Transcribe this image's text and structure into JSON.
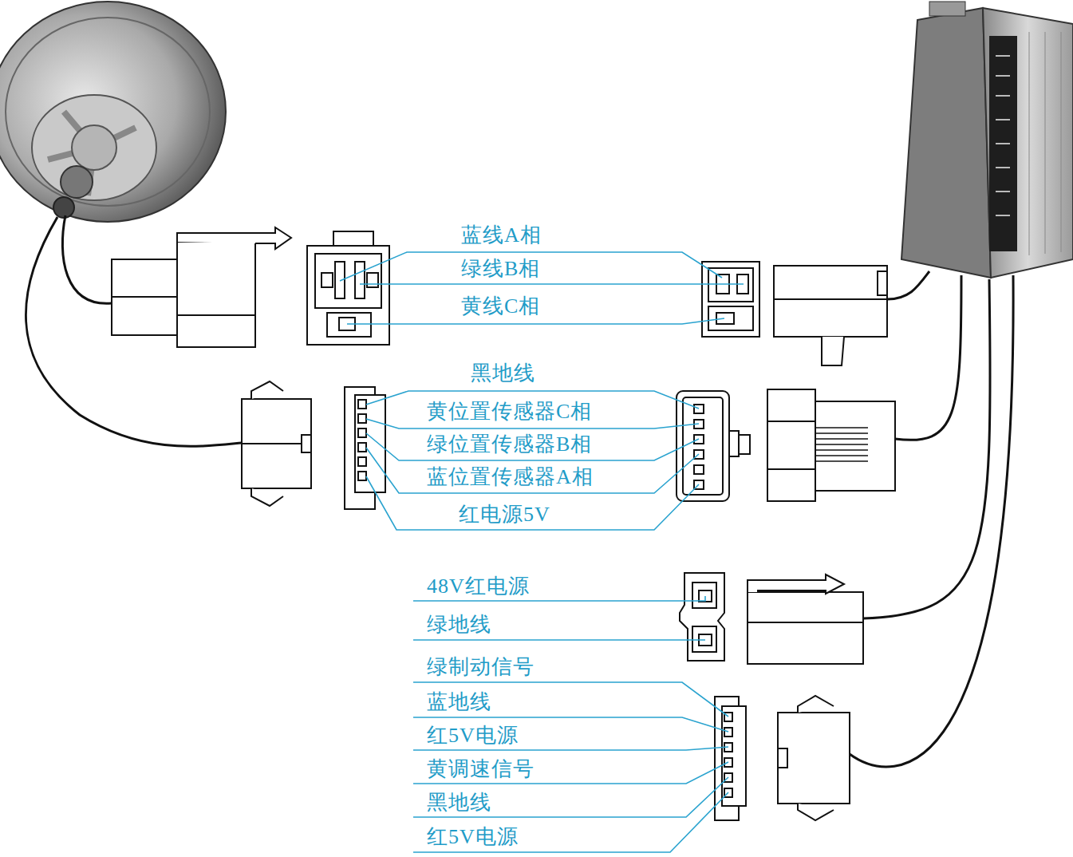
{
  "diagram": {
    "labels": [
      "蓝线A相",
      "绿线B相",
      "黄线C相",
      "黑地线",
      "黄位置传感器C相",
      "绿位置传感器B相",
      "蓝位置传感器A相",
      "红电源5V",
      "48V红电源",
      "绿地线",
      "绿制动信号",
      "蓝地线",
      "红5V电源",
      "黄调速信号",
      "黑地线",
      "红5V电源"
    ]
  }
}
